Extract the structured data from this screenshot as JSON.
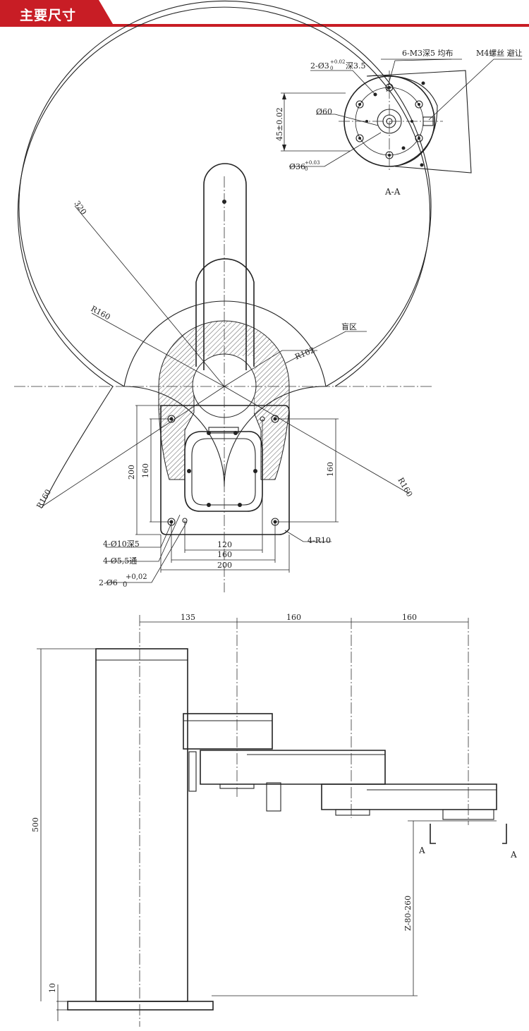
{
  "header": {
    "title": "主要尺寸",
    "accent_color": "#c81d25"
  },
  "section_view": {
    "title": "A-A",
    "labels": {
      "pin_holes": "2-Ø3",
      "pin_holes_tol_upper": "+0.02",
      "pin_holes_tol_lower": "0",
      "pin_holes_depth": "深3.5",
      "m3_holes": "6-M3深5 均布",
      "m4_screw": "M4螺丝  避让",
      "diameter_60": "Ø60",
      "height_45": "45±0.02",
      "diameter_36": "Ø36",
      "diameter_36_tol_upper": "+0.03",
      "diameter_36_tol_lower": "0"
    }
  },
  "top_view": {
    "labels": {
      "reach_320": "320",
      "r160_inner": "R160",
      "r102": "R102",
      "blind_zone": "盲区",
      "r160_left": "R160",
      "r160_right": "R160",
      "base_200_v": "200",
      "base_160_v": "160",
      "right_160_v": "160",
      "dim_120": "120",
      "dim_160": "160",
      "dim_200": "200",
      "holes_10": "4-Ø10深5",
      "holes_55": "4-Ø5,5通",
      "holes_6": "2-Ø6",
      "holes_6_tol_upper": "+0,02",
      "holes_6_tol_lower": "0",
      "corner_radius": "4-R10"
    }
  },
  "side_view": {
    "labels": {
      "dim_135": "135",
      "dim_160_a": "160",
      "dim_160_b": "160",
      "height_500": "500",
      "base_10": "10",
      "z_stroke": "Z-80-260",
      "section_mark_left": "A",
      "section_mark_right": "A"
    }
  }
}
